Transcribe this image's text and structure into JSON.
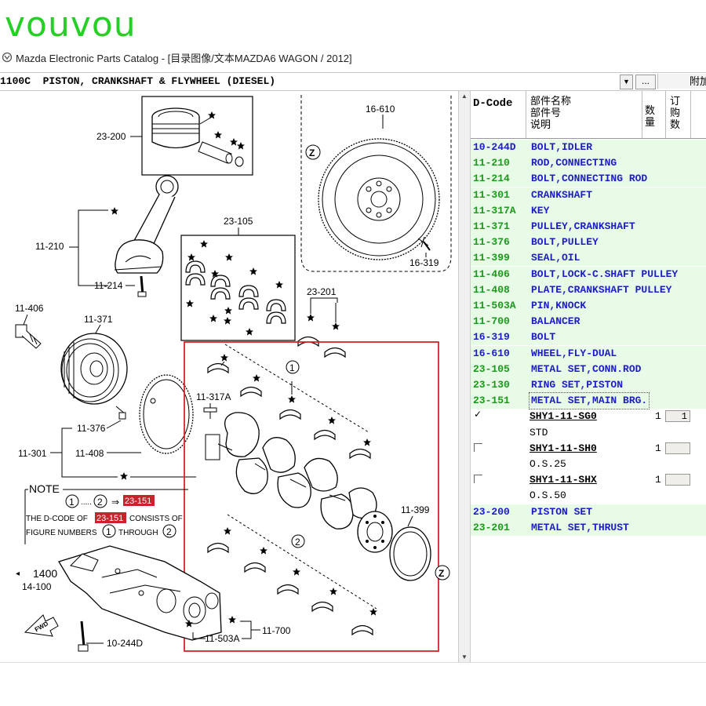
{
  "brand": "vouvou",
  "window": {
    "title": "Mazda Electronic Parts Catalog - [目录图像/文本MAZDA6 WAGON / 2012]"
  },
  "toolbar": {
    "section": "1100C  PISTON, CRANKSHAFT & FLYWHEEL (DIESEL)",
    "more_label": "...",
    "attach_label": "附加"
  },
  "diagram": {
    "labels": {
      "l_23_200": "23-200",
      "l_16_610": "16-610",
      "l_23_105": "23-105",
      "l_11_210": "11-210",
      "l_11_214": "11-214",
      "l_16_319": "16-319",
      "l_23_201": "23-201",
      "l_11_406": "11-406",
      "l_11_371": "11-371",
      "l_11_317a": "11-317A",
      "l_11_376": "11-376",
      "l_11_301": "11-301",
      "l_11_408": "11-408",
      "l_11_399": "11-399",
      "l_1400": "1400",
      "l_14_100": "14-100",
      "l_10_244d": "10-244D",
      "l_11_503a": "11-503A",
      "l_11_700": "11-700",
      "fwd": "FWD",
      "z": "Z",
      "circ1": "1",
      "circ2": "2"
    },
    "note": {
      "title": "NOTE",
      "code": "23-151",
      "line2_a": "THE D-CODE OF",
      "line2_b": "CONSISTS OF",
      "line3_a": "FIGURE NUMBERS",
      "line3_b": "THROUGH"
    }
  },
  "parts_panel": {
    "headers": {
      "dcode": "D-Code",
      "name_line1": "部件名称",
      "name_line2": "部件号",
      "name_line3": "说明",
      "qty": "数量",
      "order": "订购数"
    },
    "rows": [
      {
        "code": "10-244D",
        "name": "BOLT,IDLER"
      },
      {
        "code": "11-210",
        "name": "ROD,CONNECTING"
      },
      {
        "code": "11-214",
        "name": "BOLT,CONNECTING ROD"
      },
      {
        "code": "11-301",
        "name": "CRANKSHAFT"
      },
      {
        "code": "11-317A",
        "name": "KEY"
      },
      {
        "code": "11-371",
        "name": "PULLEY,CRANKSHAFT"
      },
      {
        "code": "11-376",
        "name": "BOLT,PULLEY"
      },
      {
        "code": "11-399",
        "name": "SEAL,OIL"
      },
      {
        "code": "11-406",
        "name": "BOLT,LOCK-C.SHAFT PULLEY"
      },
      {
        "code": "11-408",
        "name": "PLATE,CRANKSHAFT PULLEY"
      },
      {
        "code": "11-503A",
        "name": "PIN,KNOCK"
      },
      {
        "code": "11-700",
        "name": "BALANCER"
      },
      {
        "code": "16-319",
        "name": "BOLT"
      },
      {
        "code": "16-610",
        "name": "WHEEL,FLY-DUAL"
      },
      {
        "code": "23-105",
        "name": "METAL SET,CONN.ROD"
      },
      {
        "code": "23-130",
        "name": "RING SET,PISTON"
      },
      {
        "code": "23-151",
        "name": "METAL SET,MAIN BRG."
      }
    ],
    "subparts": [
      {
        "part_no": "SHY1-11-SG0",
        "qty": "1",
        "order": "1",
        "desc": "STD",
        "checked": true
      },
      {
        "part_no": "SHY1-11-SH0",
        "qty": "1",
        "order": "",
        "desc": "O.S.25",
        "checked": false
      },
      {
        "part_no": "SHY1-11-SHX",
        "qty": "1",
        "order": "",
        "desc": "O.S.50",
        "checked": false
      }
    ],
    "rows_after": [
      {
        "code": "23-200",
        "name": "PISTON SET"
      },
      {
        "code": "23-201",
        "name": "METAL SET,THRUST"
      }
    ]
  },
  "colors": {
    "brand": "#25d024",
    "code_green": "#1a9a1a",
    "code_blue": "#1c1cc8",
    "row_bg": "#e8fbe6",
    "highlight_box": "#d8232a"
  }
}
